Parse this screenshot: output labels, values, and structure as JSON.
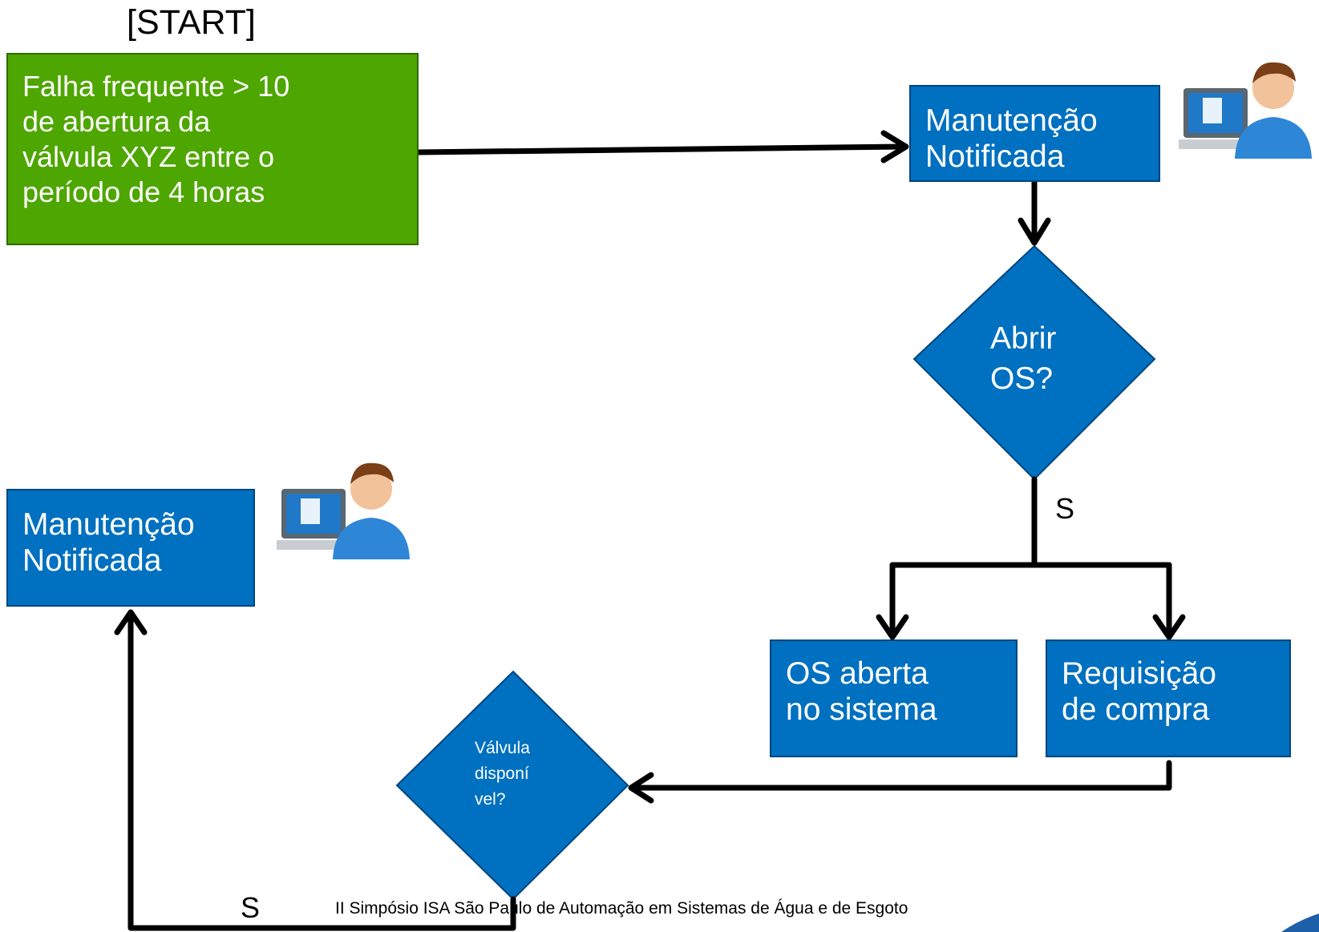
{
  "start_label": "[START]",
  "nodes": {
    "trigger": [
      "Falha frequente > 10",
      "de abertura da",
      "válvula XYZ entre o",
      "período de  4 horas"
    ],
    "notified_top": [
      "Manutenção",
      "Notificada"
    ],
    "decision_open": [
      "Abrir",
      "OS?"
    ],
    "os_opened": [
      "OS aberta",
      "no sistema"
    ],
    "purchase_request": [
      "Requisição",
      "de compra"
    ],
    "decision_valve": [
      "Válvula",
      "disponí",
      "vel?"
    ],
    "notified_bottom": [
      "Manutenção",
      "Notificada"
    ]
  },
  "edge_labels": {
    "yes_open": "S",
    "yes_valve": "S"
  },
  "footer": "II Simpósio ISA São Paulo de Automação em Sistemas de Água e de Esgoto",
  "colors": {
    "process": "#0070c0",
    "start": "#4ea600",
    "connector": "#000000"
  }
}
